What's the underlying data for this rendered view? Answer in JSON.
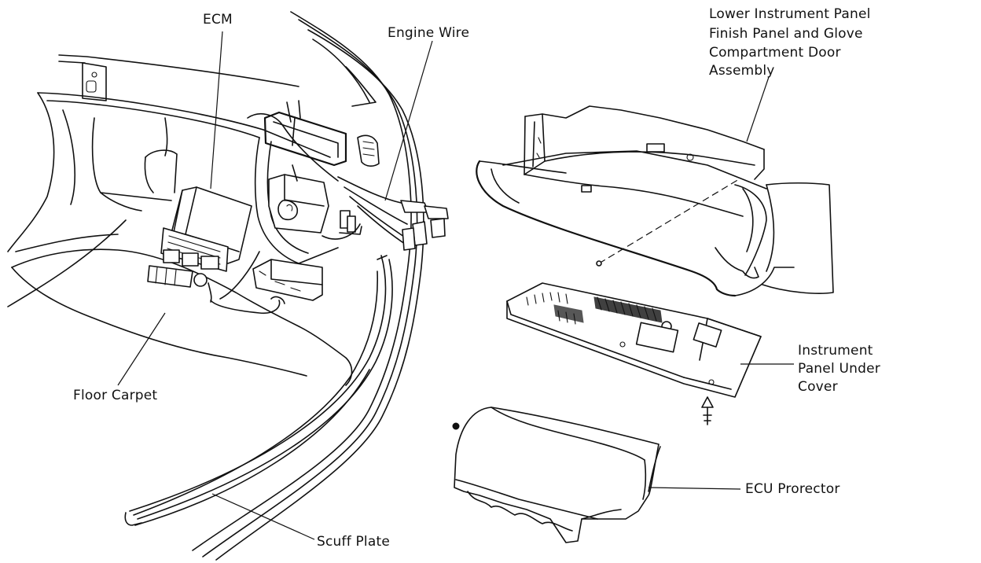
{
  "labels": {
    "ecm": "ECM",
    "engine_wire": "Engine Wire",
    "glove_box": [
      "Lower Instrument Panel",
      "Finish Panel and Glove",
      "Compartment Door",
      "Assembly"
    ],
    "under_cover": [
      "Instrument",
      "Panel Under",
      "Cover"
    ],
    "floor_carpet": "Floor Carpet",
    "ecu_protector": "ECU Prorector",
    "scuff_plate": "Scuff Plate"
  }
}
